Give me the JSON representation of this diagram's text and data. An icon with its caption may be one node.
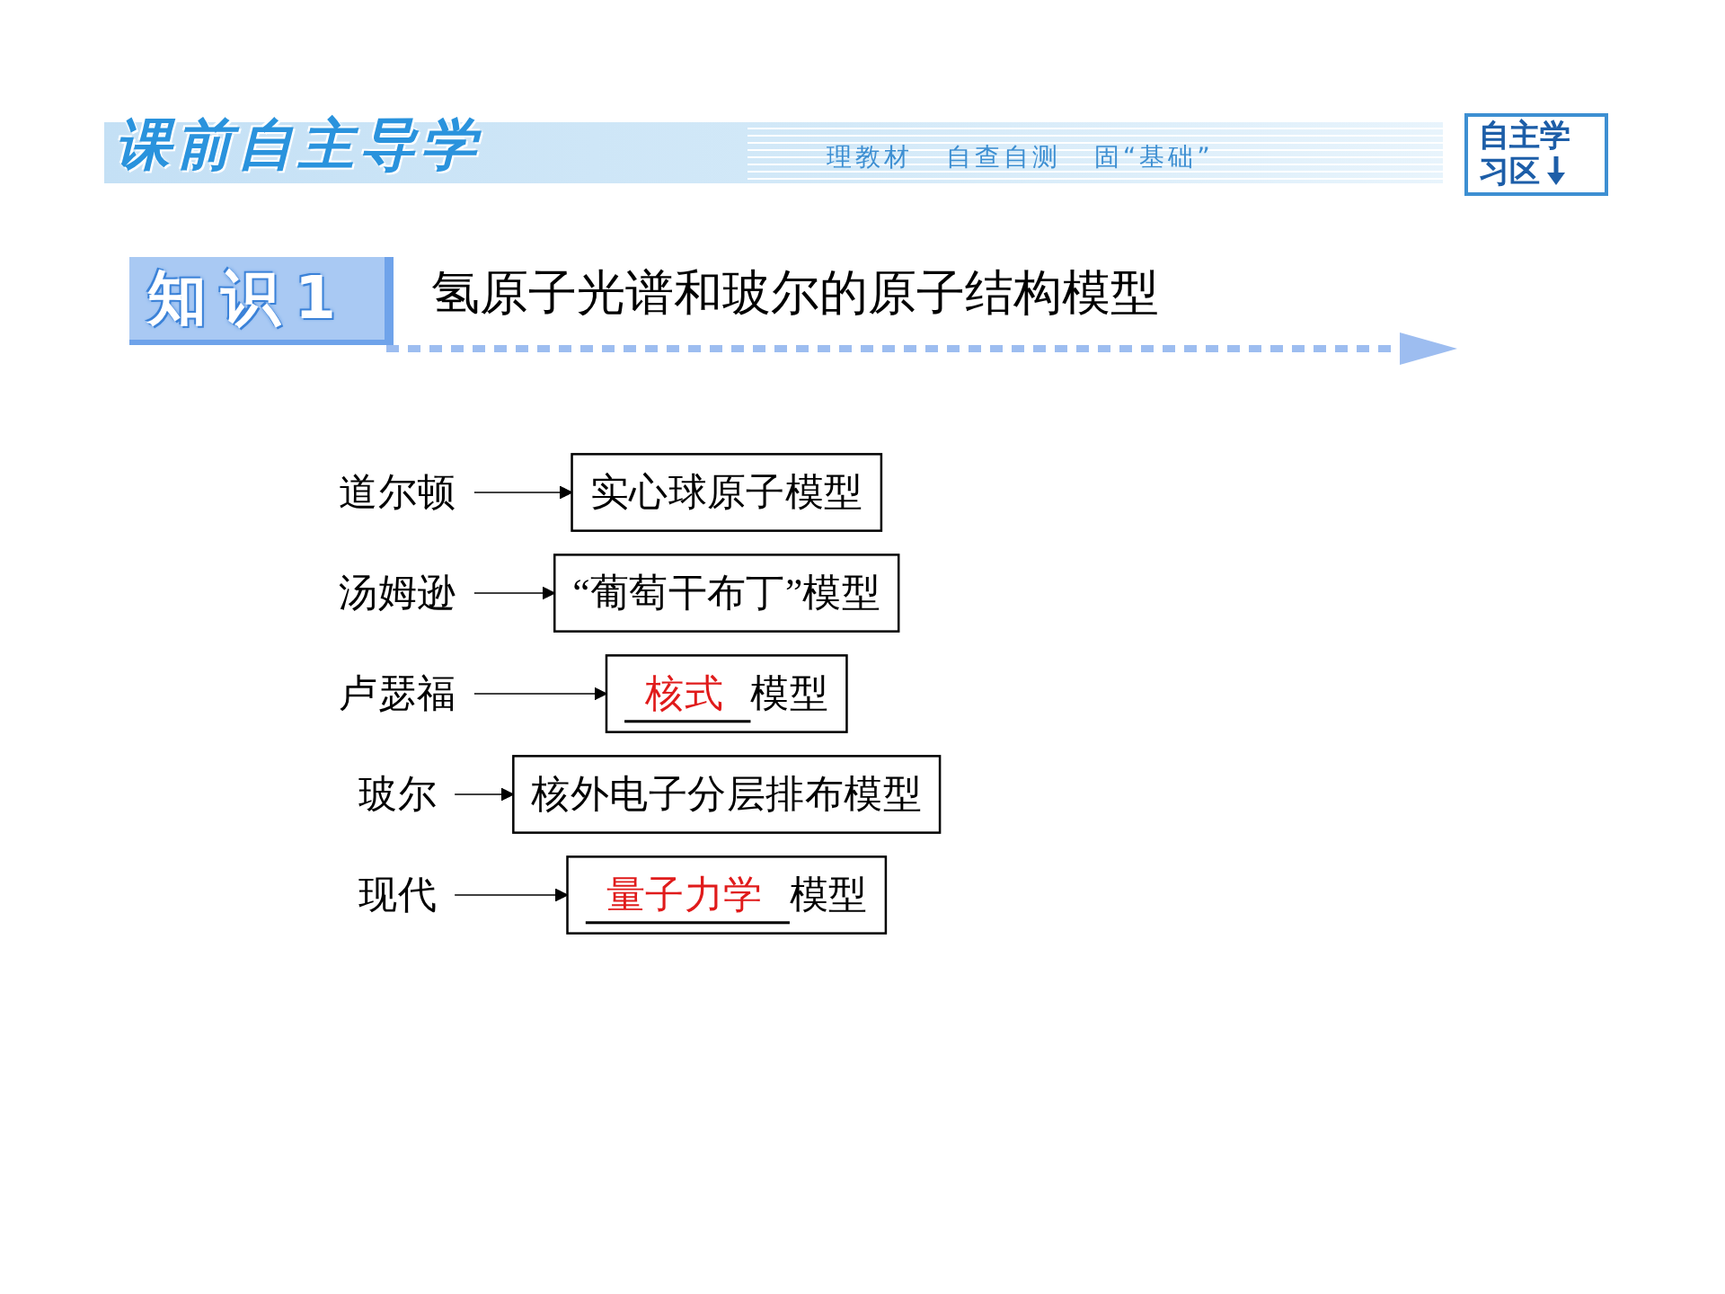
{
  "diagram": {
    "title": "氢原子光谱和玻尔的原子结构模型",
    "nodes": [
      {
        "text": [
          "道尔顿"
        ]
      },
      {
        "text": [
          "实心球原子模型"
        ]
      },
      {
        "text": [
          "汤姆逊"
        ]
      },
      {
        "text": [
          "“葡萄干布丁”模型"
        ]
      },
      {
        "text": [
          "卢瑟福"
        ]
      },
      {
        "text": [
          "核式",
          "模型"
        ]
      },
      {
        "text": [
          "玻尔"
        ]
      },
      {
        "text": [
          "核外电子分层排布模型"
        ]
      },
      {
        "text": [
          "现代"
        ]
      },
      {
        "text": [
          "量子力学",
          "模型"
        ]
      }
    ],
    "edges": [
      {
        "from": 0,
        "to": 1,
        "arrow": "to"
      },
      {
        "from": 2,
        "to": 3,
        "arrow": "to"
      },
      {
        "from": 4,
        "to": 5,
        "arrow": "to"
      },
      {
        "from": 6,
        "to": 7,
        "arrow": "to"
      },
      {
        "from": 8,
        "to": 9,
        "arrow": "to"
      }
    ],
    "labels": [
      "课前自主导学",
      "理教材 自查自测 固“基础”",
      "自主学习区",
      "知识1"
    ]
  }
}
